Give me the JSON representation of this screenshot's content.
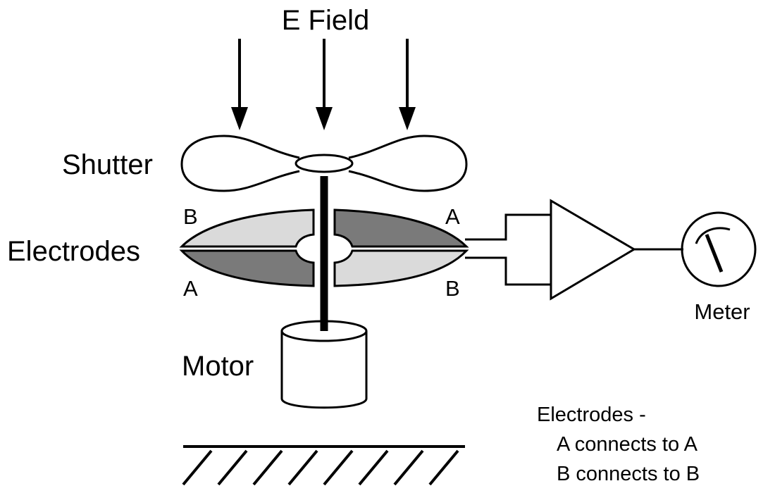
{
  "labels": {
    "e_field": "E Field",
    "shutter": "Shutter",
    "electrodes": "Electrodes",
    "motor": "Motor",
    "meter": "Meter",
    "electrode_top_left": "B",
    "electrode_bottom_left": "A",
    "electrode_top_right": "A",
    "electrode_bottom_right": "B"
  },
  "legend": {
    "title": "Electrodes -",
    "line_a": "A connects to A",
    "line_b": "B connects to B"
  },
  "colors": {
    "light_electrode": "#dadada",
    "dark_electrode": "#7a7a7a",
    "line": "#000000"
  }
}
